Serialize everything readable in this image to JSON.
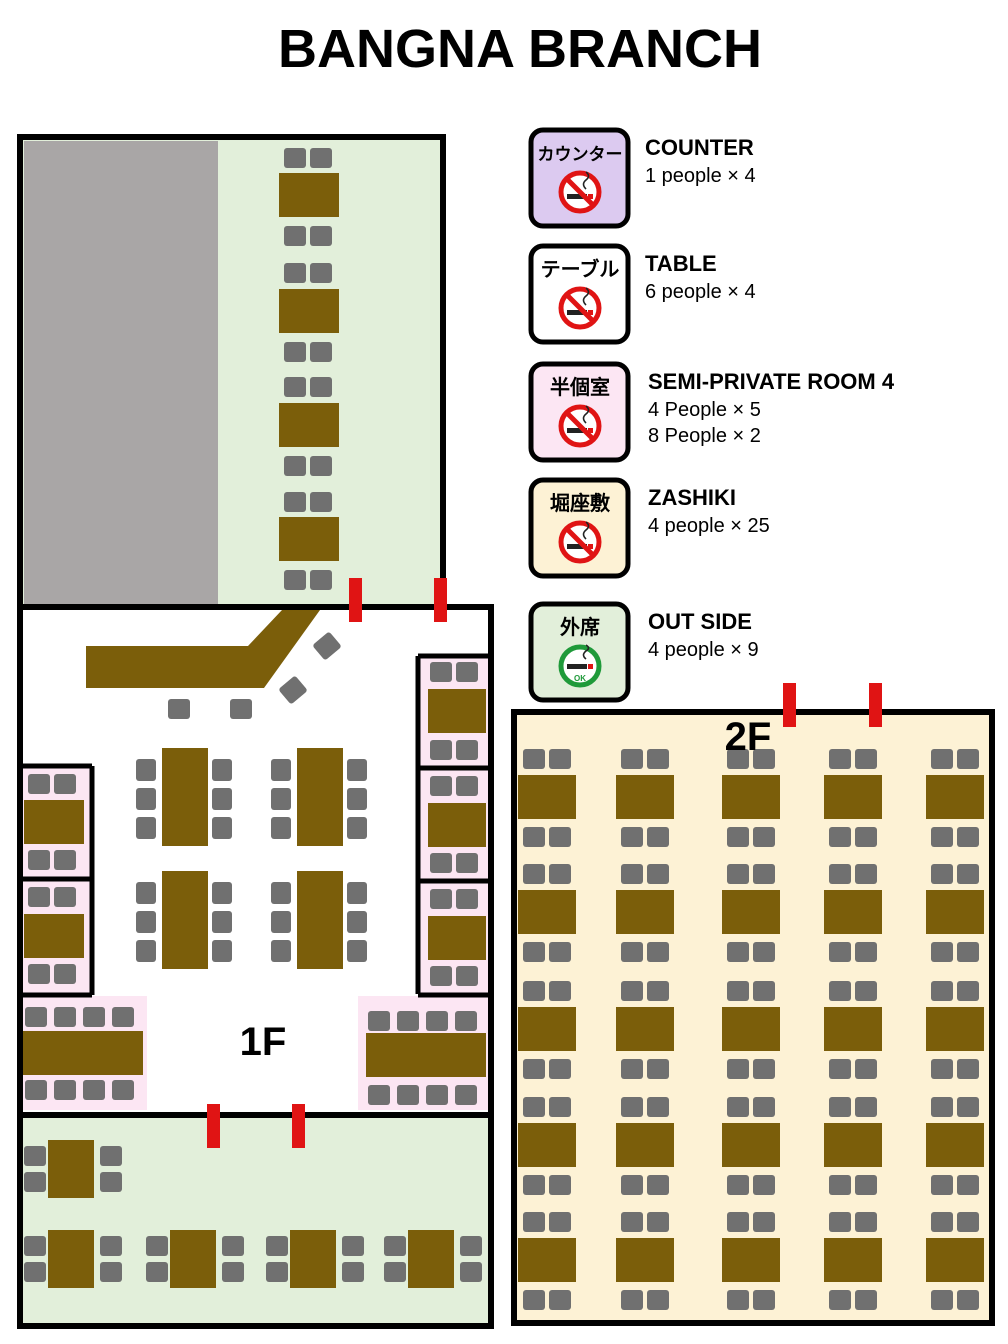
{
  "title": "BANGNA BRANCH",
  "colors": {
    "table": "#7b5e0a",
    "chair": "#707070",
    "outline": "#000000",
    "door": "#e01414",
    "garden_green": "#e2efda",
    "storage_gray": "#a9a6a6",
    "semi_private_pink": "#fce6f3",
    "zashiki_cream": "#fdf2d5",
    "counter_purple": "#dccaf0",
    "no_smoking_red": "#e01414",
    "smoking_ok_green": "#1f9a3a"
  },
  "floor_labels": {
    "first": "1F",
    "second": "2F"
  },
  "legend": [
    {
      "badge": "カウンター",
      "icon": "no-smoking-icon",
      "name": "COUNTER",
      "lines": [
        "1 people × 4"
      ]
    },
    {
      "badge": "テーブル",
      "icon": "no-smoking-icon",
      "name": "TABLE",
      "lines": [
        "6 people × 4"
      ]
    },
    {
      "badge": "半個室",
      "icon": "no-smoking-icon",
      "name": "SEMI-PRIVATE ROOM 4",
      "lines": [
        "4 People × 5",
        "8 People × 2"
      ]
    },
    {
      "badge": "堀座敷",
      "icon": "no-smoking-icon",
      "name": "ZASHIKI",
      "lines": [
        "4 people × 25"
      ]
    },
    {
      "badge": "外席",
      "icon": "smoking-ok-icon",
      "icon_label": "OK",
      "name": "OUT SIDE",
      "lines": [
        "4 people × 9"
      ]
    }
  ]
}
